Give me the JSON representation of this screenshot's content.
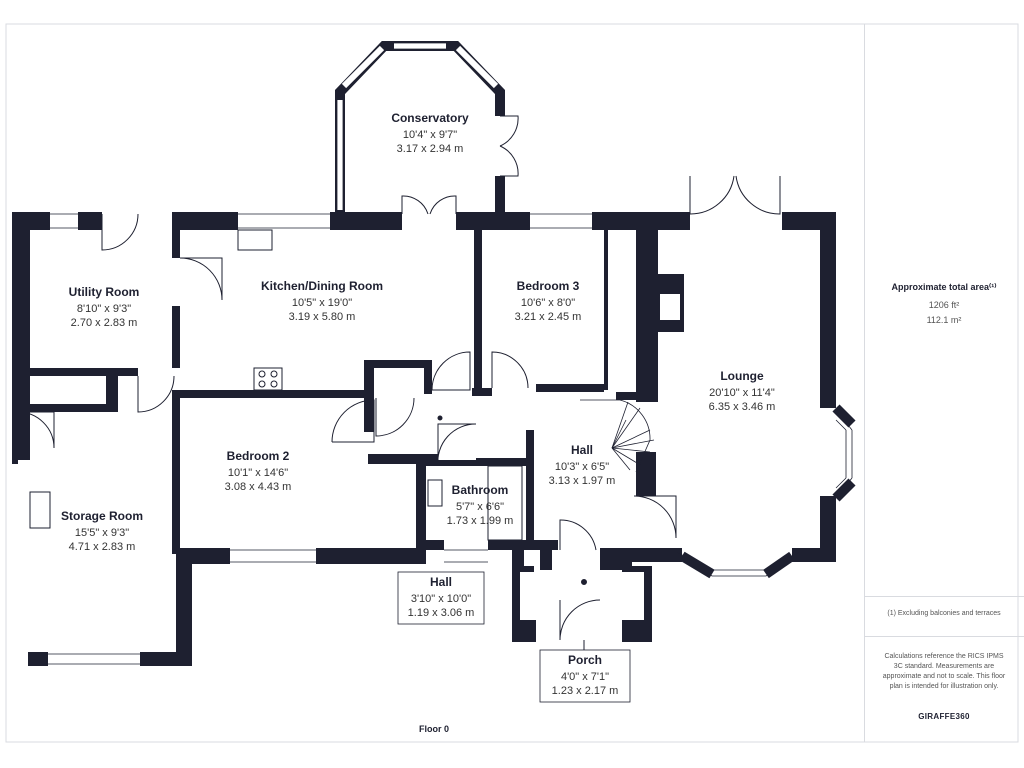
{
  "floor_label": "Floor 0",
  "rooms": {
    "conservatory": {
      "name": "Conservatory",
      "imperial": "10'4\" x 9'7\"",
      "metric": "3.17 x 2.94 m"
    },
    "kitchen": {
      "name": "Kitchen/Dining Room",
      "imperial": "10'5\" x 19'0\"",
      "metric": "3.19 x 5.80 m"
    },
    "utility": {
      "name": "Utility Room",
      "imperial": "8'10\" x 9'3\"",
      "metric": "2.70 x 2.83 m"
    },
    "bedroom3": {
      "name": "Bedroom 3",
      "imperial": "10'6\" x 8'0\"",
      "metric": "3.21 x 2.45 m"
    },
    "lounge": {
      "name": "Lounge",
      "imperial": "20'10\" x 11'4\"",
      "metric": "6.35 x 3.46 m"
    },
    "bedroom2": {
      "name": "Bedroom 2",
      "imperial": "10'1\" x 14'6\"",
      "metric": "3.08 x 4.43 m"
    },
    "hall_main": {
      "name": "Hall",
      "imperial": "10'3\" x 6'5\"",
      "metric": "3.13 x 1.97 m"
    },
    "bathroom": {
      "name": "Bathroom",
      "imperial": "5'7\" x 6'6\"",
      "metric": "1.73 x 1.99 m"
    },
    "storage": {
      "name": "Storage Room",
      "imperial": "15'5\" x 9'3\"",
      "metric": "4.71 x 2.83 m"
    },
    "hall_small": {
      "name": "Hall",
      "imperial": "3'10\" x 10'0\"",
      "metric": "1.19 x 3.06 m"
    },
    "porch": {
      "name": "Porch",
      "imperial": "4'0\" x 7'1\"",
      "metric": "1.23 x 2.17 m"
    }
  },
  "sidebar": {
    "area_title": "Approximate total area⁽¹⁾",
    "area_ft": "1206 ft²",
    "area_m": "112.1 m²",
    "footnote": "(1) Excluding balconies and terraces",
    "disclaimer": "Calculations reference the RICS IPMS 3C standard. Measurements are approximate and not to scale. This floor plan is intended for illustration only.",
    "brand": "GIRAFFE360"
  },
  "colors": {
    "wall": "#1e2030",
    "window": "#ffffff",
    "frame": "#d9dbe0"
  }
}
